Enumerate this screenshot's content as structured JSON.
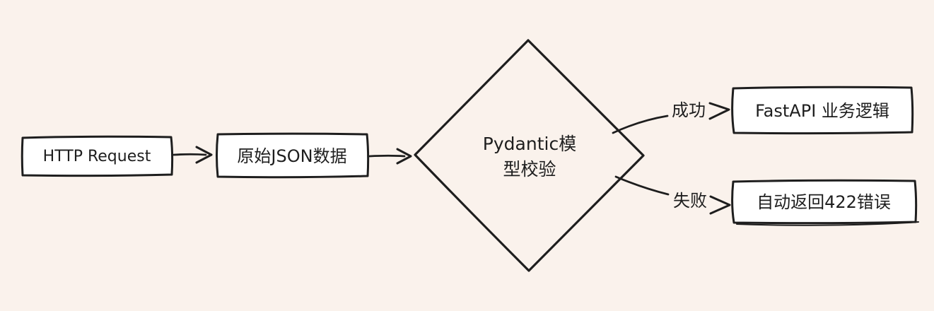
{
  "colors": {
    "bg": "#faf2ec",
    "stroke": "#1e1e1e",
    "nodefill": "#ffffff",
    "text": "#1e1e1e"
  },
  "nodes": {
    "http_request": {
      "label": "HTTP Request"
    },
    "raw_json": {
      "label": "原始JSON数据"
    },
    "validation": {
      "label": "Pydantic模型校验",
      "label_lines": [
        "Pydantic模",
        "型校验"
      ]
    },
    "fastapi_logic": {
      "label": "FastAPI 业务逻辑"
    },
    "error_422": {
      "label": "自动返回422错误"
    }
  },
  "edges": {
    "success": {
      "label": "成功"
    },
    "failure": {
      "label": "失败"
    }
  }
}
